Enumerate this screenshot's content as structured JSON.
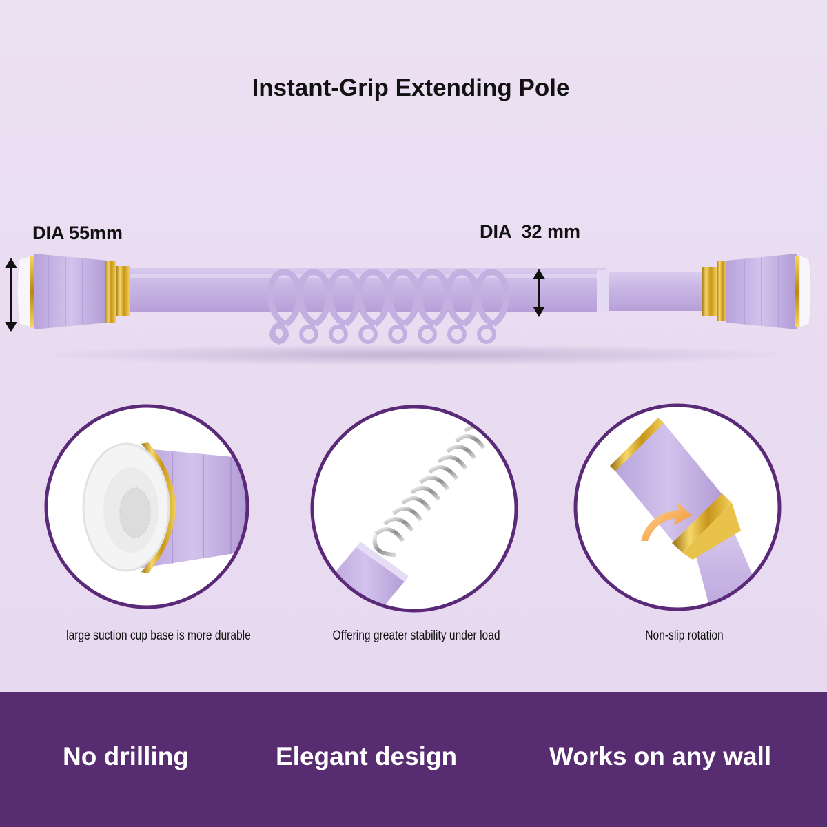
{
  "title": "Instant-Grip Extending Pole",
  "dimensions": {
    "end_cap": "DIA 55mm",
    "tube": "DIA  32 mm"
  },
  "details": [
    {
      "caption": "large suction cup base is more durable",
      "icon": "suction-cup"
    },
    {
      "caption": "Offering greater stability under load",
      "icon": "spring"
    },
    {
      "caption": "Non-slip rotation",
      "icon": "rotation-arrow"
    }
  ],
  "features": [
    "No drilling",
    "Elegant design",
    "Works on any wall"
  ],
  "colors": {
    "background": "#ece0f3",
    "pole": "#c9b6e4",
    "gold": "#d9a820",
    "footer": "#582c70",
    "circle_border": "#5a2a78"
  }
}
